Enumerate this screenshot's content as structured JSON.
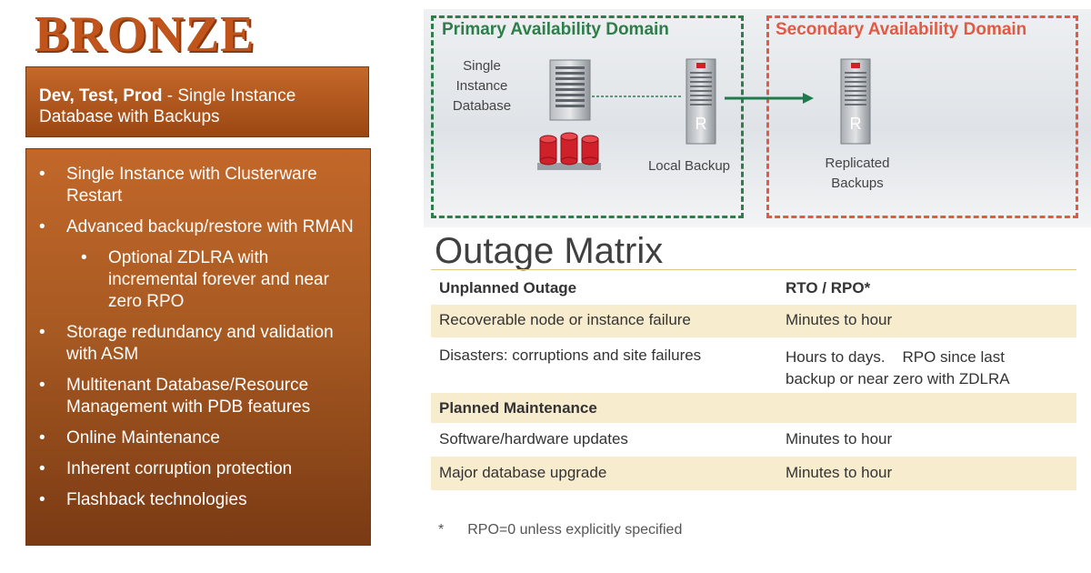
{
  "title": "BRONZE",
  "header_box": {
    "bold": "Dev, Test, Prod",
    "text": " - Single Instance Database with Backups"
  },
  "bullets": [
    {
      "text": "Single Instance with Clusterware Restart",
      "level": 1
    },
    {
      "text": "Advanced backup/restore with RMAN",
      "level": 1
    },
    {
      "text": "Optional ZDLRA with incremental forever and near zero RPO",
      "level": 2
    },
    {
      "text": "Storage redundancy and validation with ASM",
      "level": 1
    },
    {
      "text": "Multitenant Database/Resource Management with PDB features",
      "level": 1
    },
    {
      "text": "Online Maintenance",
      "level": 1
    },
    {
      "text": "Inherent corruption protection",
      "level": 1
    },
    {
      "text": "Flashback technologies",
      "level": 1
    }
  ],
  "diagram": {
    "primary_title": "Primary Availability Domain",
    "secondary_title": "Secondary Availability Domain",
    "single_instance_label": "Single Instance Database",
    "local_backup_label": "Local Backup",
    "replicated_label": "Replicated Backups",
    "rack_letter": "R",
    "colors": {
      "primary": "#2e7d4a",
      "secondary": "#e05a45",
      "db": "#d0202a",
      "rack": "#8f959a"
    }
  },
  "outage_matrix": {
    "title": "Outage Matrix",
    "header": {
      "col1": "Unplanned Outage",
      "col2": "RTO / RPO*"
    },
    "rows": [
      {
        "col1": "Recoverable node or instance failure",
        "col2": "Minutes to hour"
      },
      {
        "col1": "Disasters: corruptions and site failures",
        "col2": "Hours to days.    RPO since last backup or near zero with ZDLRA"
      }
    ],
    "planned_header": "Planned Maintenance",
    "planned_rows": [
      {
        "col1": "Software/hardware updates",
        "col2": "Minutes to hour"
      },
      {
        "col1": "Major database upgrade",
        "col2": "Minutes to hour"
      }
    ],
    "footnote_star": "*",
    "footnote": "RPO=0 unless explicitly specified"
  }
}
